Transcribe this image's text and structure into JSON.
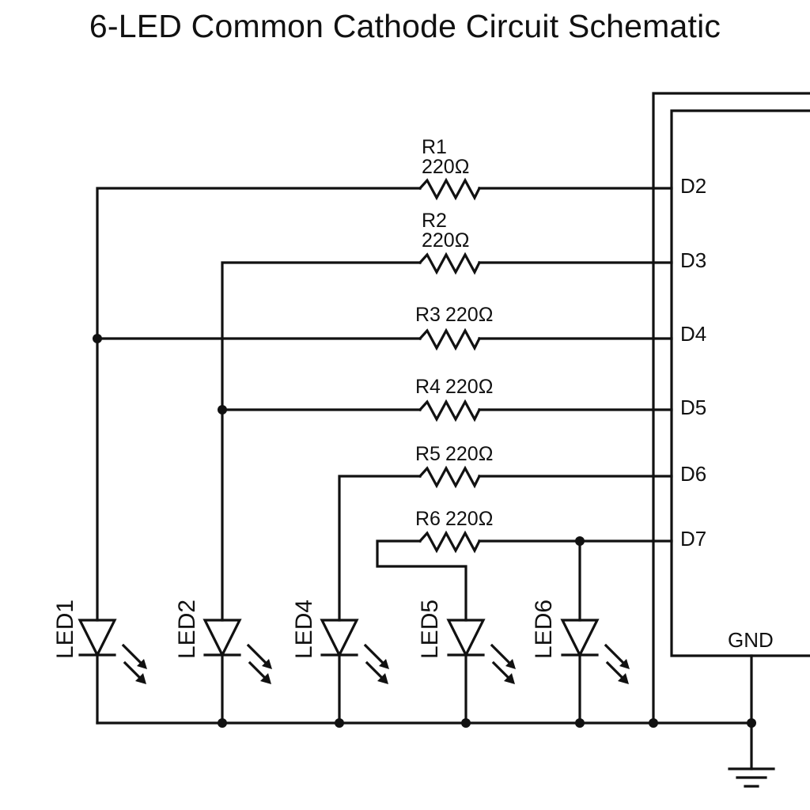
{
  "title": "6-LED Common Cathode Circuit Schematic",
  "resistors": [
    {
      "name": "R1",
      "value": "220Ω"
    },
    {
      "name": "R2",
      "value": "220Ω"
    },
    {
      "name": "R3",
      "value": "220Ω"
    },
    {
      "name": "R4",
      "value": "220Ω"
    },
    {
      "name": "R5",
      "value": "220Ω"
    },
    {
      "name": "R6",
      "value": "220Ω"
    }
  ],
  "pins": [
    "D2",
    "D3",
    "D4",
    "D5",
    "D6",
    "D7"
  ],
  "gnd_label": "GND",
  "leds": [
    "LED1",
    "LED2",
    "LED4",
    "LED5",
    "LED6"
  ],
  "colors": {
    "ink": "#111111",
    "background": "#ffffff"
  }
}
